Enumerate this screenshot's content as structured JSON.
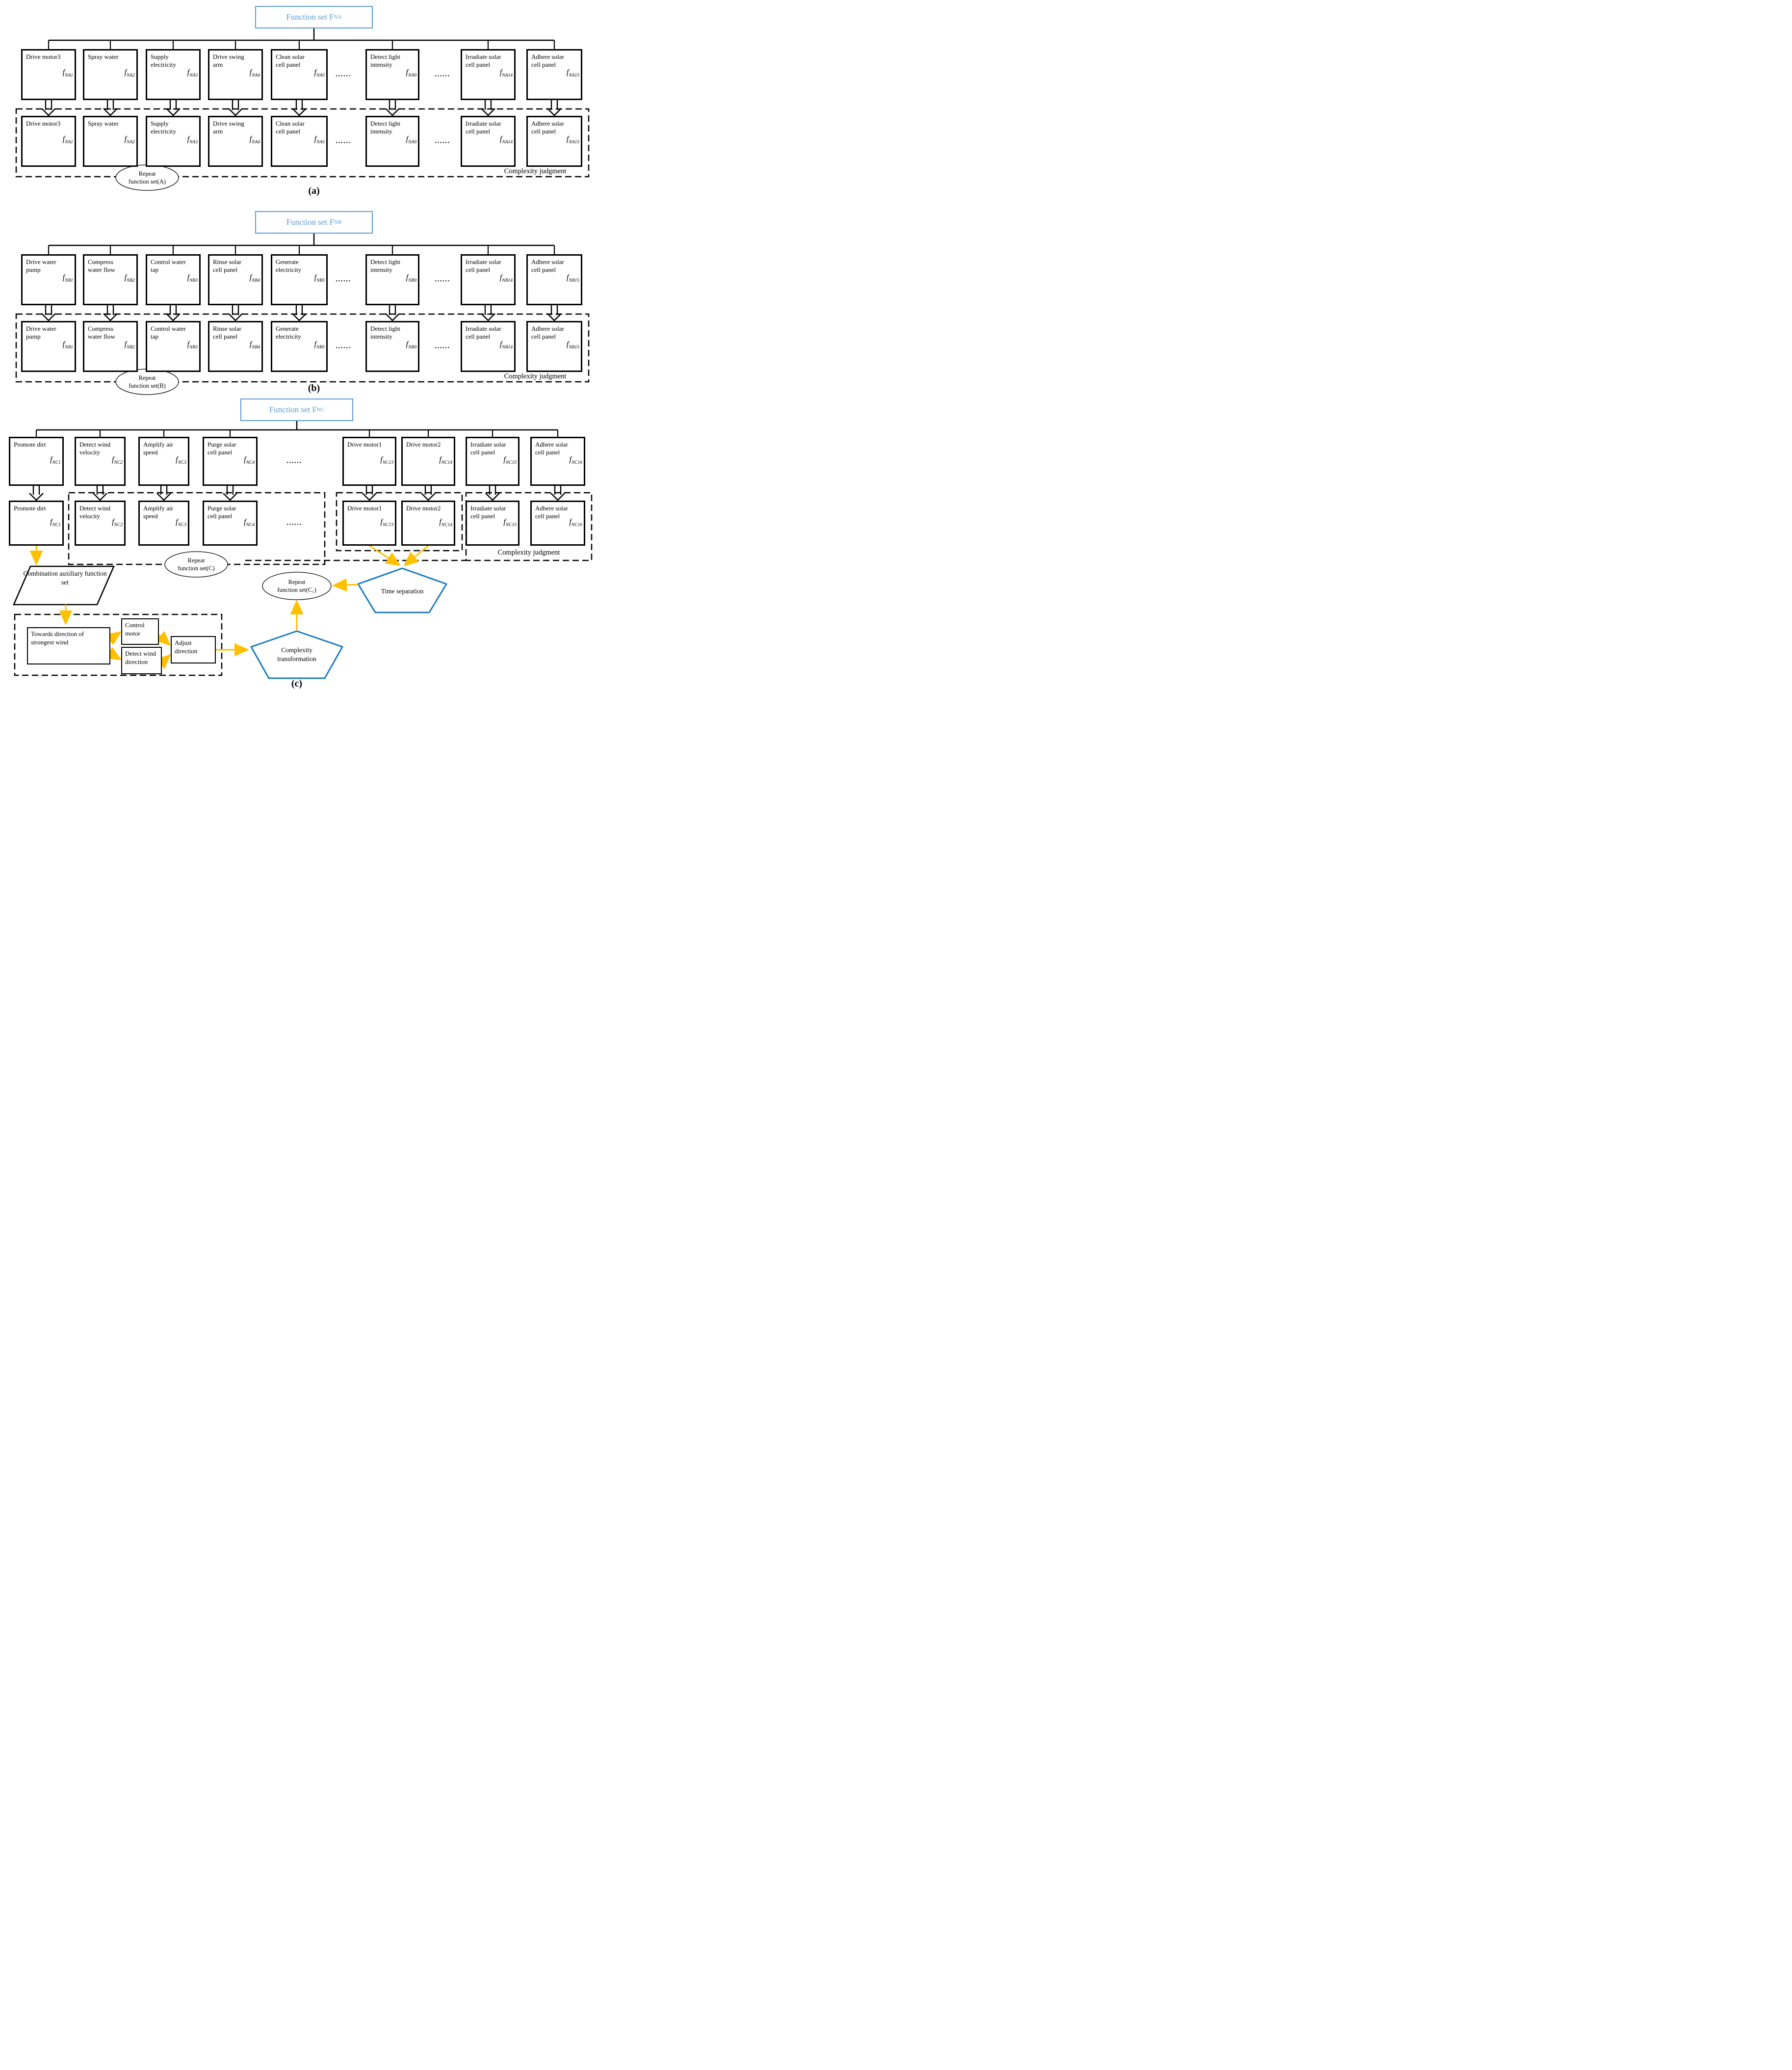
{
  "dots": "......",
  "fn_symbol": "f",
  "colors": {
    "title_blue": "#5B9BD5",
    "pentagon_blue": "#1879C0",
    "arrow_yellow": "#FFC000",
    "line_black": "#000000"
  },
  "sections": {
    "a": {
      "caption": "(a)",
      "title_text": "Function set F",
      "title_sub": "NA",
      "repeat_line1": "Repeat",
      "repeat_line2": "function set(A)",
      "complexity": "Complexity judgment",
      "columns": [
        {
          "label": "Drive motor3",
          "sub": "NA1"
        },
        {
          "label": "Spray water",
          "sub": "NA2"
        },
        {
          "label": "Supply electricity",
          "sub": "NA3"
        },
        {
          "label": "Drive swing arm",
          "sub": "NA4"
        },
        {
          "label": "Clean solar cell panel",
          "sub": "NA5"
        },
        {
          "dots": true
        },
        {
          "label": "Detect light intensity",
          "sub": "NA9"
        },
        {
          "dots": true
        },
        {
          "label": "Irradiate solar cell panel",
          "sub": "NA14"
        },
        {
          "label": "Adhere solar cell panel",
          "sub": "NA15"
        }
      ]
    },
    "b": {
      "caption": "(b)",
      "title_text": "Function set F",
      "title_sub": "NB",
      "repeat_line1": "Repeat",
      "repeat_line2": "function set(B)",
      "complexity": "Complexity judgment",
      "columns": [
        {
          "label": "Drive water pump",
          "sub": "NB1"
        },
        {
          "label": "Compress water flow",
          "sub": "NB2"
        },
        {
          "label": "Control water tap",
          "sub": "NB3"
        },
        {
          "label": "Rinse solar cell panel",
          "sub": "NB4"
        },
        {
          "label": "Generate electricity",
          "sub": "NB5"
        },
        {
          "dots": true
        },
        {
          "label": "Detect light intensity",
          "sub": "NB9"
        },
        {
          "dots": true
        },
        {
          "label": "Irradiate solar cell panel",
          "sub": "NB14"
        },
        {
          "label": "Adhere solar cell panel",
          "sub": "NB15"
        }
      ]
    },
    "c": {
      "caption": "(c)",
      "title_text": "Function set F",
      "title_sub": "NC",
      "repeat_line1": "Repeat",
      "repeat_line2": "function set(C)",
      "repeat_c1_line1": "Repeat",
      "repeat_c1_line2": "function set(C₁)",
      "complexity": "Complexity judgment",
      "columns": [
        {
          "label": "Promote dirt",
          "sub": "NC1"
        },
        {
          "label": "Detect wind velocity",
          "sub": "NC2"
        },
        {
          "label": "Amplify air speed",
          "sub": "NC3"
        },
        {
          "label": "Purge solar cell panel",
          "sub": "NC4"
        },
        {
          "dots": true
        },
        {
          "label": "Drive motor1",
          "sub": "NC13"
        },
        {
          "label": "Drive motor2",
          "sub": "NC14"
        },
        {
          "label": "Irradiate solar cell panel",
          "sub": "NC15"
        },
        {
          "label": "Adhere solar cell panel",
          "sub": "NC16"
        }
      ],
      "aux_parallelogram": "Combination auxiliary function set",
      "box_towards": "Towards direction of strongest wind",
      "box_control_motor": "Control motor",
      "box_detect_wind": "Detect wind direction",
      "box_adjust": "Adjust direction",
      "pentagon_complexity": "Complexity transformation",
      "pentagon_time": "Time separation"
    }
  }
}
